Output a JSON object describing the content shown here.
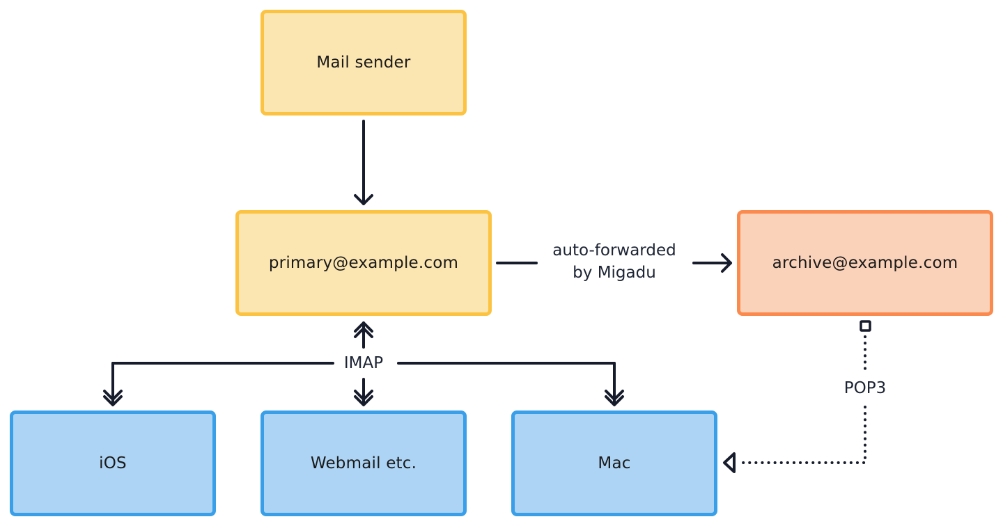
{
  "nodes": {
    "mail_sender": {
      "label": "Mail sender",
      "color": "yellow"
    },
    "primary": {
      "label": "primary@example.com",
      "color": "yellow"
    },
    "archive": {
      "label": "archive@example.com",
      "color": "orange"
    },
    "ios": {
      "label": "iOS",
      "color": "blue"
    },
    "webmail": {
      "label": "Webmail etc.",
      "color": "blue"
    },
    "mac": {
      "label": "Mac",
      "color": "blue"
    }
  },
  "edges": {
    "sender_to_primary": {
      "from": "Mail sender",
      "to": "primary@example.com",
      "style": "solid",
      "arrow": "open-arrow"
    },
    "forward": {
      "from": "primary@example.com",
      "to": "archive@example.com",
      "label_line1": "auto-forwarded",
      "label_line2": "by Migadu",
      "style": "solid",
      "arrow": "open-arrow"
    },
    "imap": {
      "label": "IMAP",
      "from": "primary@example.com",
      "to": [
        "iOS",
        "Webmail etc.",
        "Mac"
      ],
      "style": "solid",
      "arrow": "double-chevron",
      "bidirectional": true
    },
    "pop3": {
      "label": "POP3",
      "from": "archive@example.com",
      "to": "Mac",
      "style": "dotted",
      "arrow": "hollow-triangle",
      "source_marker": "hollow-square"
    }
  },
  "colors": {
    "yellow_fill": "#fbe5b1",
    "yellow_stroke": "#fcc343",
    "orange_fill": "#fad1b9",
    "orange_stroke": "#fb8a4e",
    "blue_fill": "#add4f4",
    "blue_stroke": "#399fe9",
    "edge": "#161c2b"
  }
}
